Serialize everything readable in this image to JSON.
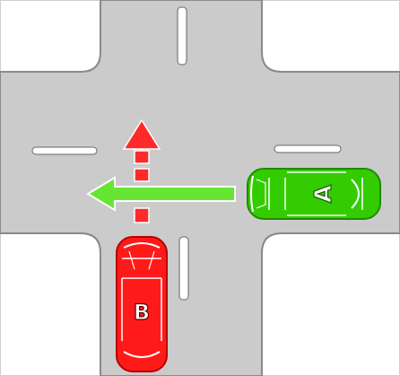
{
  "diagram": {
    "colors": {
      "road": "#cbcbcb",
      "road_edge": "#8a8a8a",
      "lane_marking": "#ffffff",
      "background": "#ffffff",
      "vehicle_a": "#33cc00",
      "vehicle_b": "#ff1a1a",
      "arrow_a": "#66e633",
      "arrow_b": "#ff2a2a"
    },
    "vehicle_a": {
      "label": "A",
      "direction": "left"
    },
    "vehicle_b": {
      "label": "B",
      "direction": "up"
    }
  }
}
